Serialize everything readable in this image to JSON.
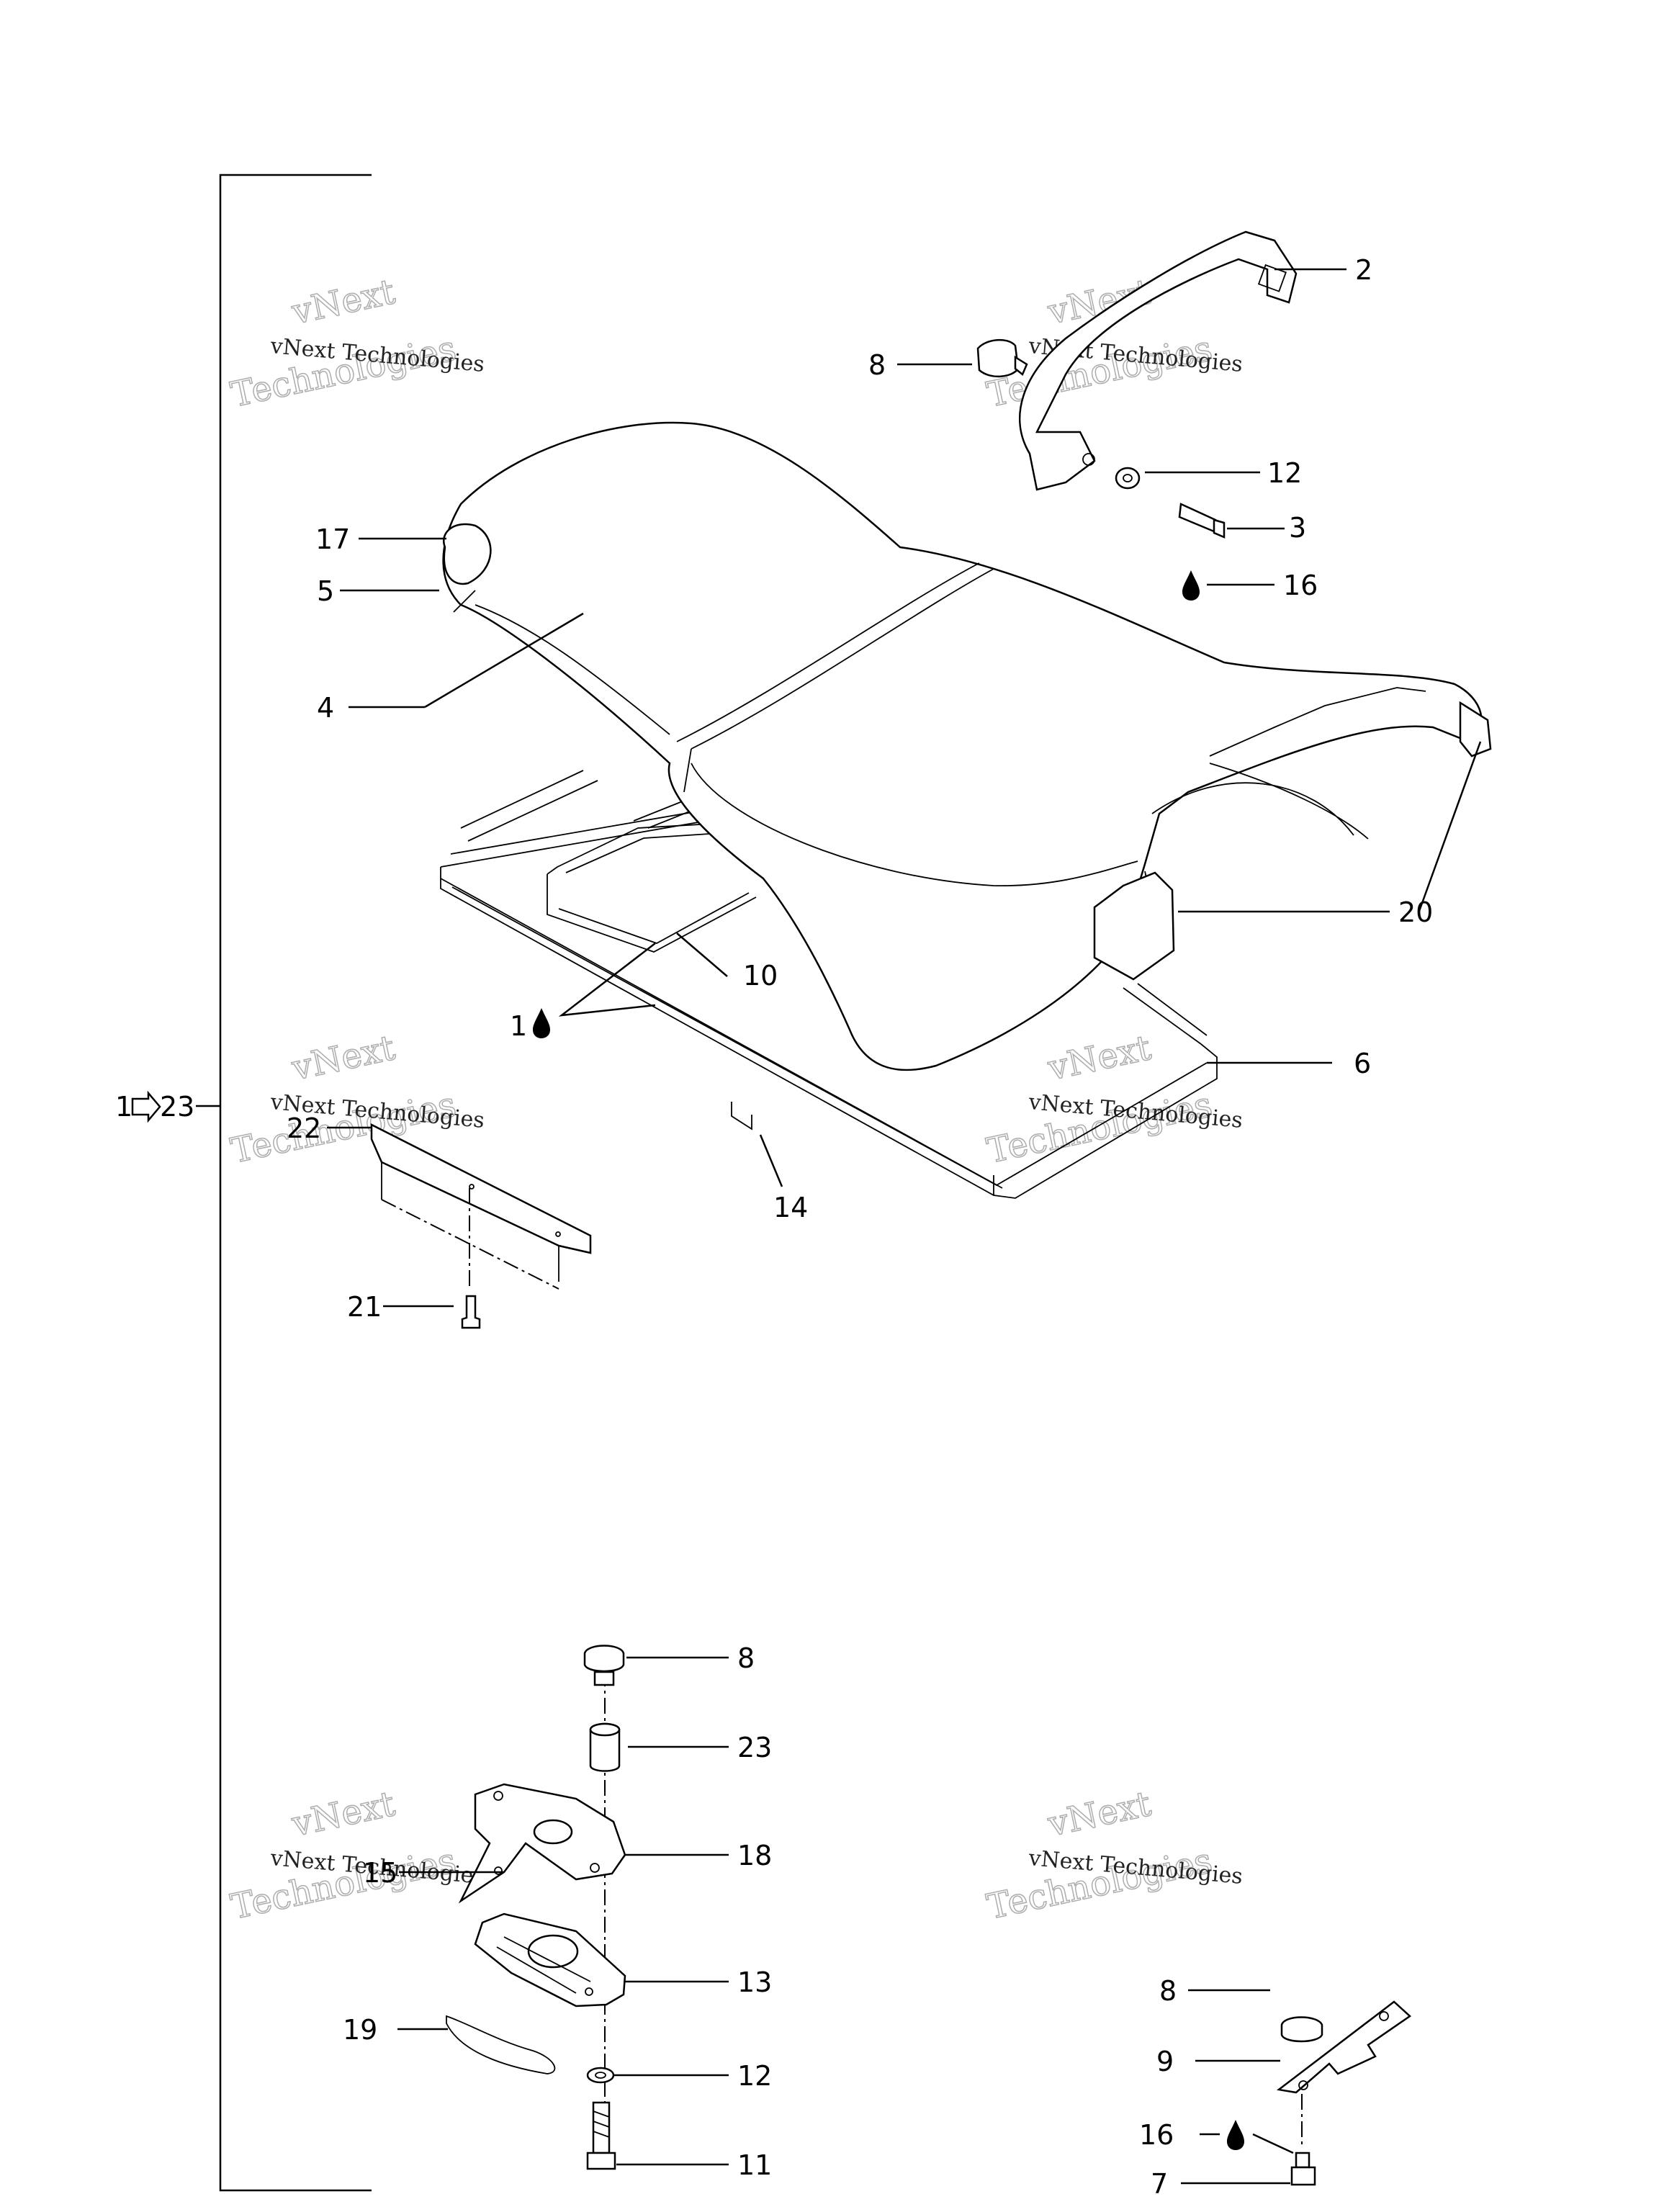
{
  "diagram": {
    "group_label": "1⇨23",
    "callouts": [
      {
        "id": "c2",
        "label": "2"
      },
      {
        "id": "c8a",
        "label": "8"
      },
      {
        "id": "c12a",
        "label": "12"
      },
      {
        "id": "c3",
        "label": "3"
      },
      {
        "id": "c16a",
        "label": "16"
      },
      {
        "id": "c17",
        "label": "17"
      },
      {
        "id": "c5",
        "label": "5"
      },
      {
        "id": "c4",
        "label": "4"
      },
      {
        "id": "c20",
        "label": "20"
      },
      {
        "id": "c10",
        "label": "10"
      },
      {
        "id": "c1",
        "label": "1"
      },
      {
        "id": "c6",
        "label": "6"
      },
      {
        "id": "c22",
        "label": "22"
      },
      {
        "id": "c14",
        "label": "14"
      },
      {
        "id": "c21",
        "label": "21"
      },
      {
        "id": "c8b",
        "label": "8"
      },
      {
        "id": "c23",
        "label": "23"
      },
      {
        "id": "c18",
        "label": "18"
      },
      {
        "id": "c15",
        "label": "15"
      },
      {
        "id": "c13",
        "label": "13"
      },
      {
        "id": "c19",
        "label": "19"
      },
      {
        "id": "c12b",
        "label": "12"
      },
      {
        "id": "c11",
        "label": "11"
      },
      {
        "id": "c8c",
        "label": "8"
      },
      {
        "id": "c9",
        "label": "9"
      },
      {
        "id": "c16b",
        "label": "16"
      },
      {
        "id": "c7",
        "label": "7"
      }
    ],
    "watermark": {
      "line1": "vNext Technologies",
      "line2": "vNext",
      "line3": "Technologies"
    },
    "icons": [
      "drop-icon",
      "arrow-right-icon"
    ]
  }
}
